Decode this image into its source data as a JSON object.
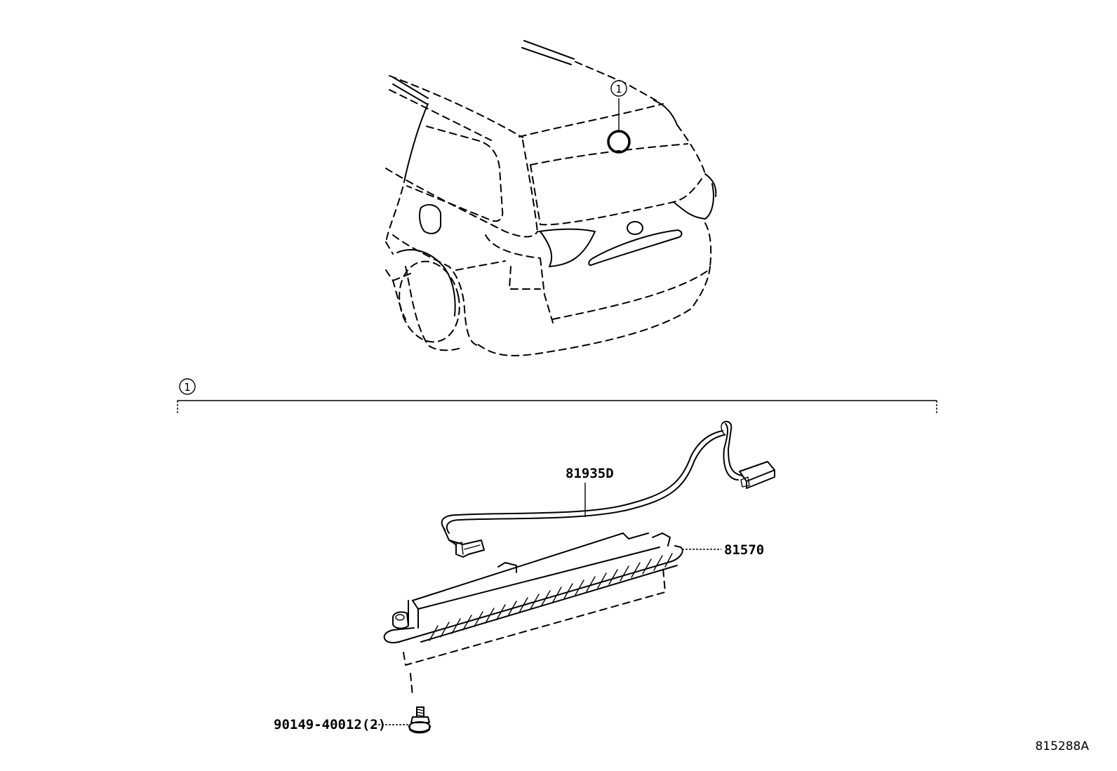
{
  "callouts": {
    "vehicle_marker": "1",
    "section_marker": "1"
  },
  "parts": [
    {
      "label": "81935D"
    },
    {
      "label": "81570"
    },
    {
      "label": "90149-40012(2)"
    }
  ],
  "diagram_ref": "815288A"
}
